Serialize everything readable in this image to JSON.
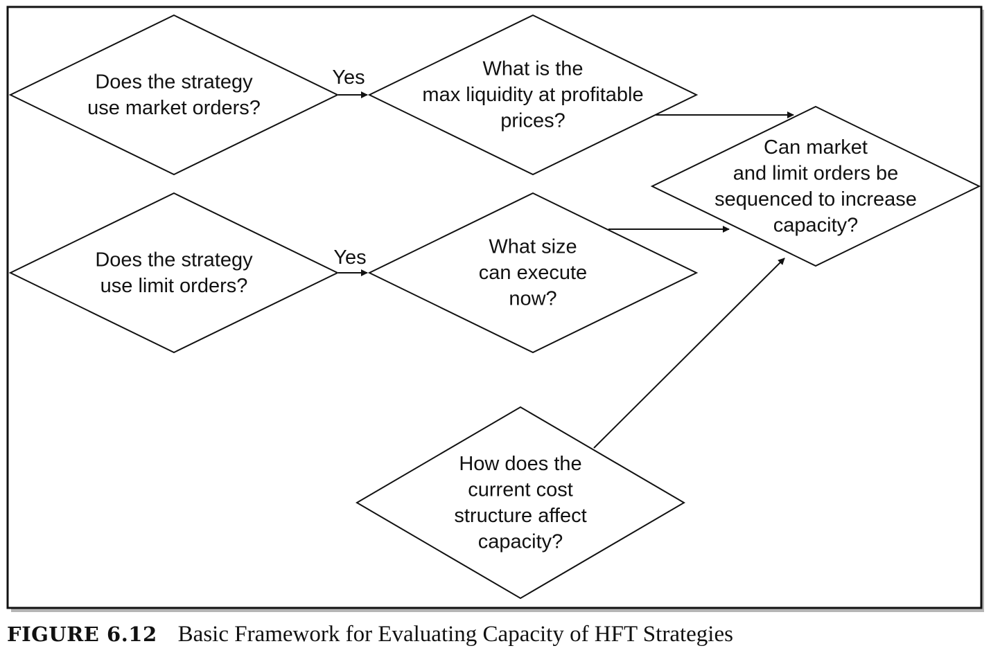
{
  "diagram": {
    "nodes": [
      {
        "id": "market-orders-question",
        "shape": "diamond",
        "lines": [
          "Does the strategy",
          "use market orders?"
        ]
      },
      {
        "id": "max-liquidity-question",
        "shape": "diamond",
        "lines": [
          "What is the",
          "max liquidity at profitable",
          "prices?"
        ]
      },
      {
        "id": "limit-orders-question",
        "shape": "diamond",
        "lines": [
          "Does the strategy",
          "use limit orders?"
        ]
      },
      {
        "id": "execute-size-question",
        "shape": "diamond",
        "lines": [
          "What size",
          "can execute",
          "now?"
        ]
      },
      {
        "id": "sequencing-question",
        "shape": "diamond",
        "lines": [
          "Can market",
          "and limit orders be",
          "sequenced to increase",
          "capacity?"
        ]
      },
      {
        "id": "cost-structure-question",
        "shape": "diamond",
        "lines": [
          "How does the",
          "current cost",
          "structure affect",
          "capacity?"
        ]
      }
    ],
    "edges": [
      {
        "from": "market-orders-question",
        "to": "max-liquidity-question",
        "label": "Yes"
      },
      {
        "from": "limit-orders-question",
        "to": "execute-size-question",
        "label": "Yes"
      },
      {
        "from": "max-liquidity-question",
        "to": "sequencing-question",
        "label": ""
      },
      {
        "from": "execute-size-question",
        "to": "sequencing-question",
        "label": ""
      },
      {
        "from": "cost-structure-question",
        "to": "sequencing-question",
        "label": ""
      }
    ]
  },
  "caption": {
    "label": "FIGURE 6.12",
    "text": "Basic Framework for Evaluating Capacity of HFT Strategies"
  }
}
